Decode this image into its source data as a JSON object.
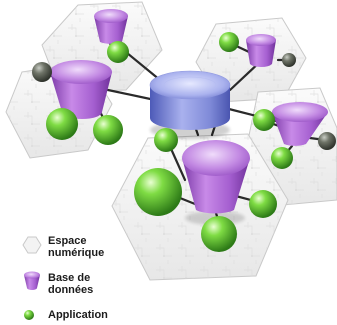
{
  "diagram": {
    "colors": {
      "hex_fill": "#f3f3f3",
      "hex_stroke": "#c9c9c9",
      "database": "#a55fd0",
      "database_light": "#dcb8f0",
      "application": "#6fcf3a",
      "application_dark": "#2f7d1a",
      "hub": "#7f8ad8",
      "hub_light": "#c9cdf5",
      "link": "#2a2a2a"
    },
    "legend": [
      {
        "icon": "hexagon-icon",
        "line1": "Espace",
        "line2": "numérique"
      },
      {
        "icon": "database-icon",
        "line1": "Base de",
        "line2": "données"
      },
      {
        "icon": "application-icon",
        "line1": "Application",
        "line2": ""
      }
    ]
  }
}
